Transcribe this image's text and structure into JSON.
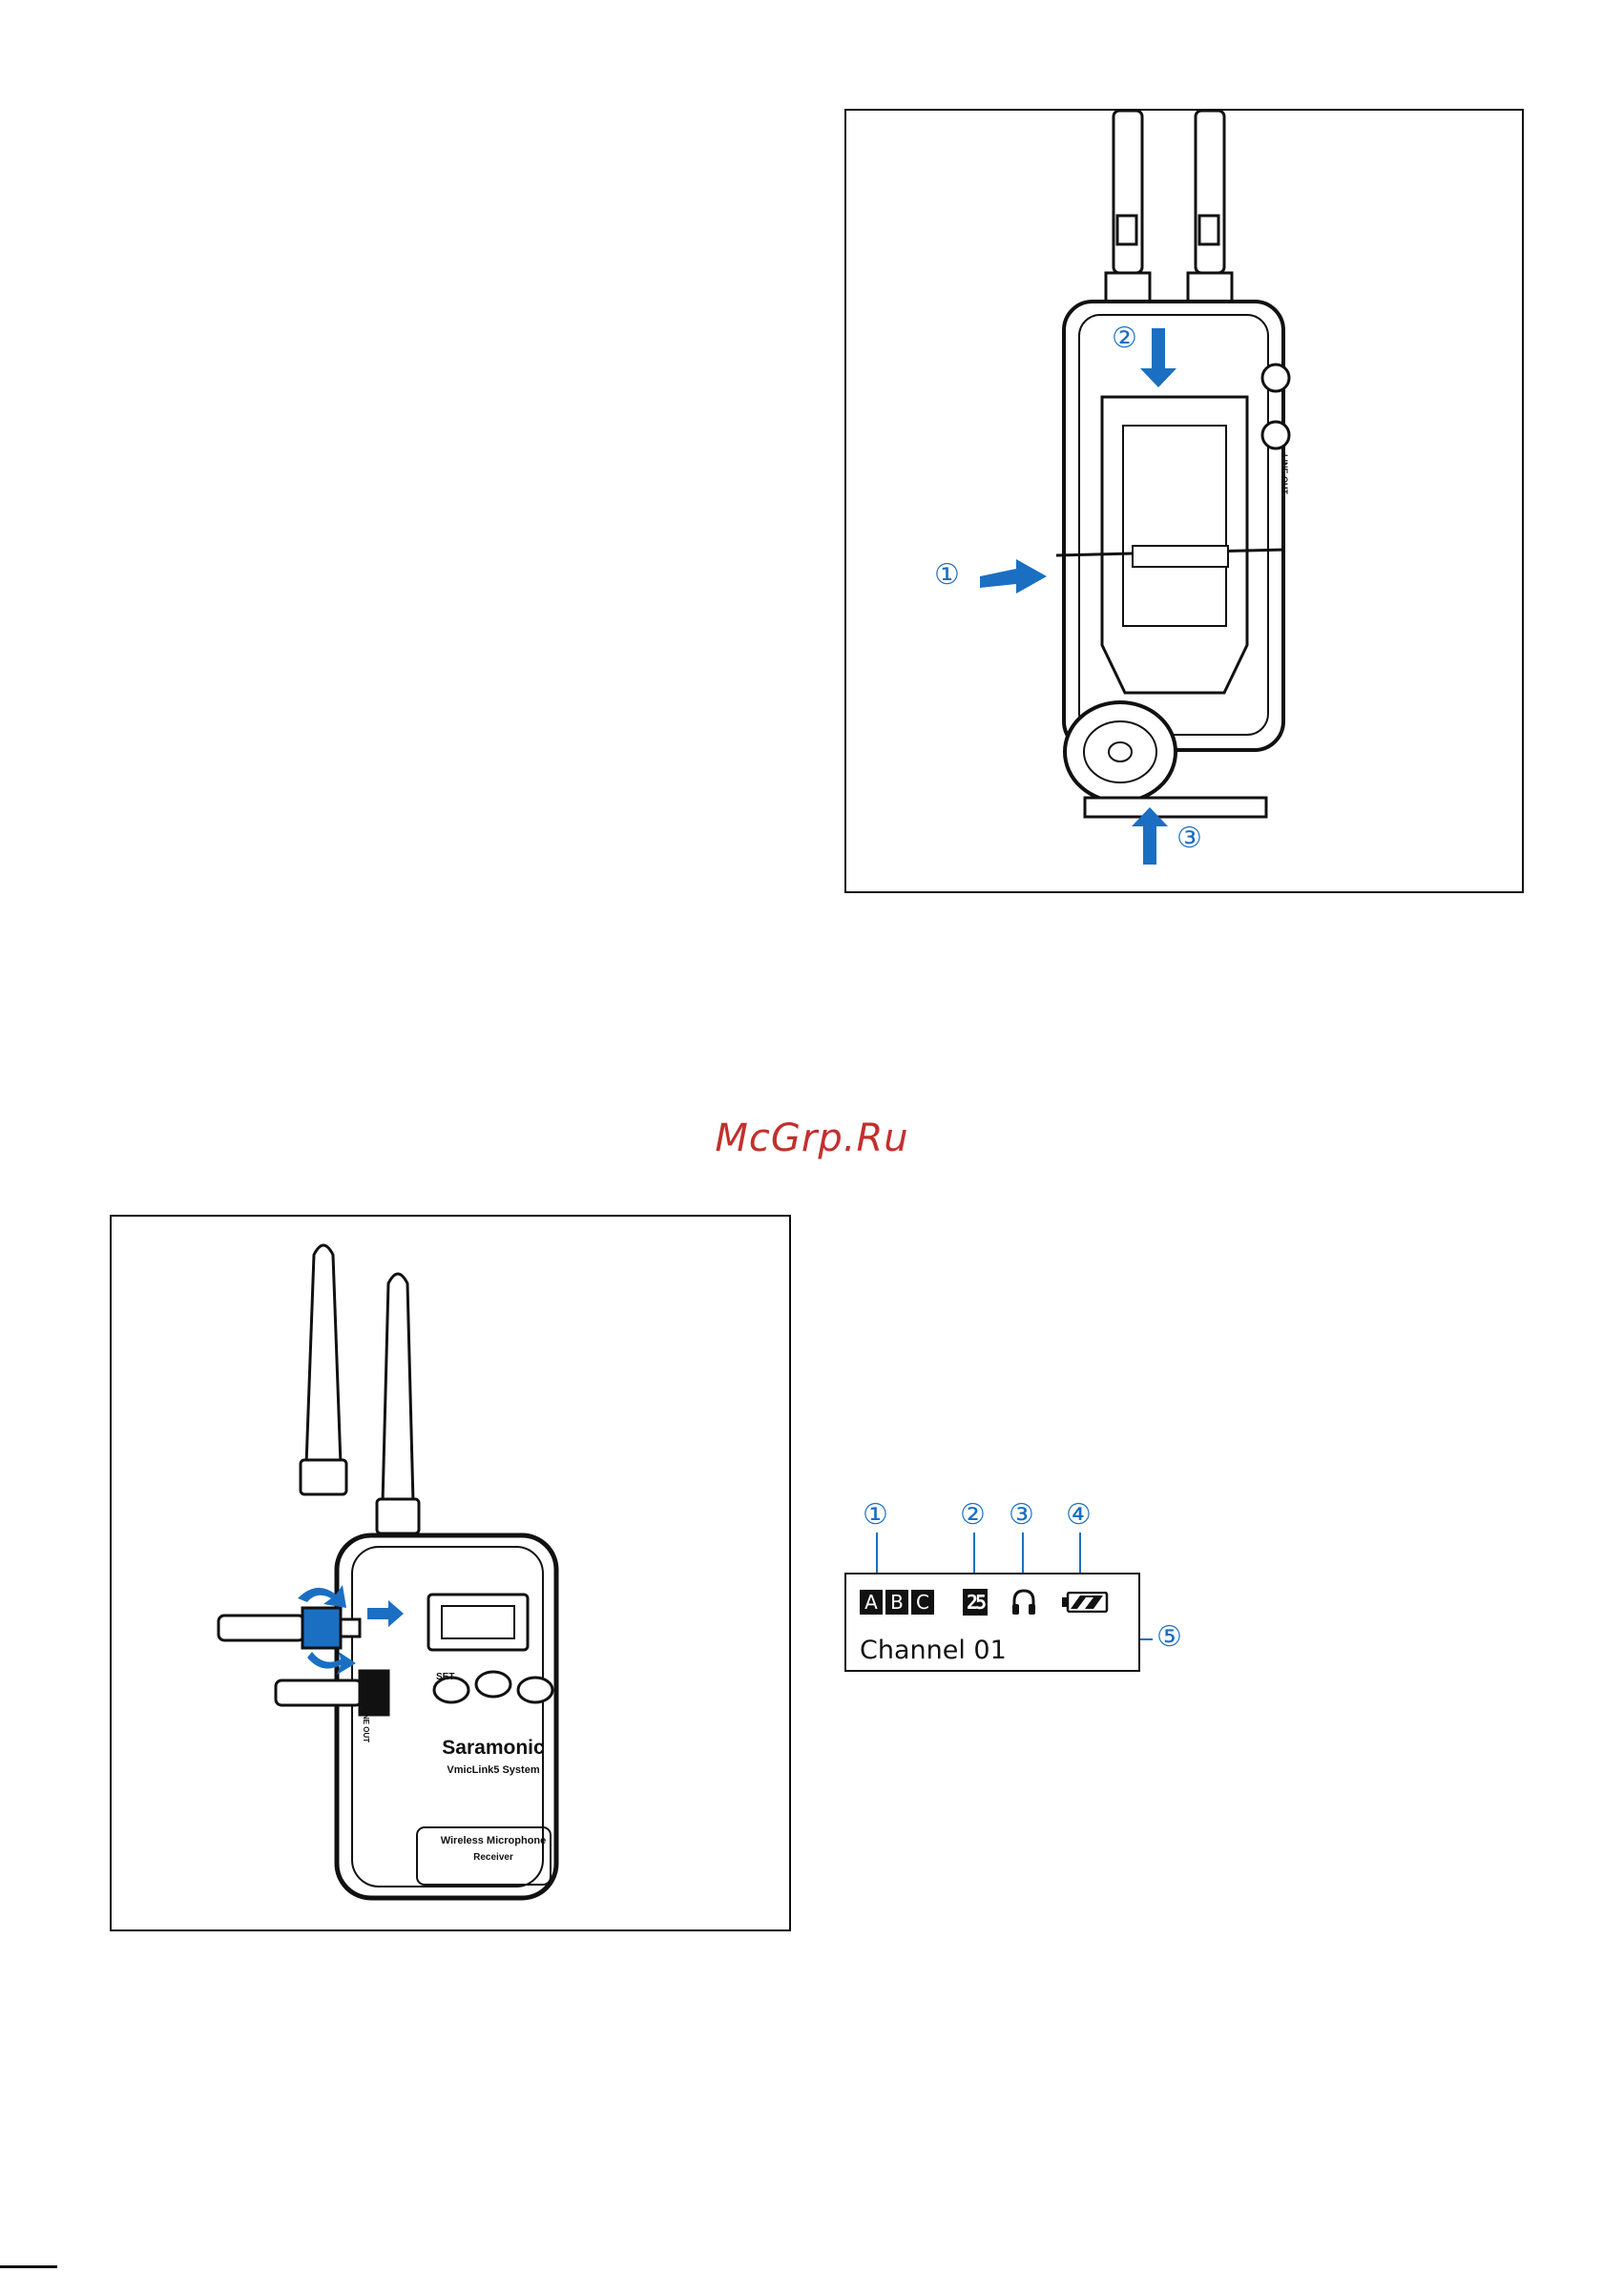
{
  "watermark": "McGrp.Ru",
  "figure_clip": {
    "callouts": [
      "①",
      "②",
      "③"
    ],
    "port_label": "LINE OUT"
  },
  "figure_plug": {
    "brand": "Saramonic",
    "system": "VmicLink5 System",
    "product_line1": "Wireless Microphone",
    "product_line2": "Receiver",
    "btn_set": "SET",
    "port_label": "LINE OUT"
  },
  "lcd_diagram": {
    "callouts": [
      "①",
      "②",
      "③",
      "④",
      "⑤"
    ],
    "letters": [
      "A",
      "B",
      "C"
    ],
    "channel_number": "25",
    "channel_text": "Channel 01"
  },
  "colors": {
    "accent_blue": "#1b6fc2",
    "watermark_red": "#c2302e",
    "ink": "#111111"
  },
  "icons": [
    "arrow-icon",
    "headphone-icon",
    "battery-icon",
    "antenna-icon"
  ]
}
